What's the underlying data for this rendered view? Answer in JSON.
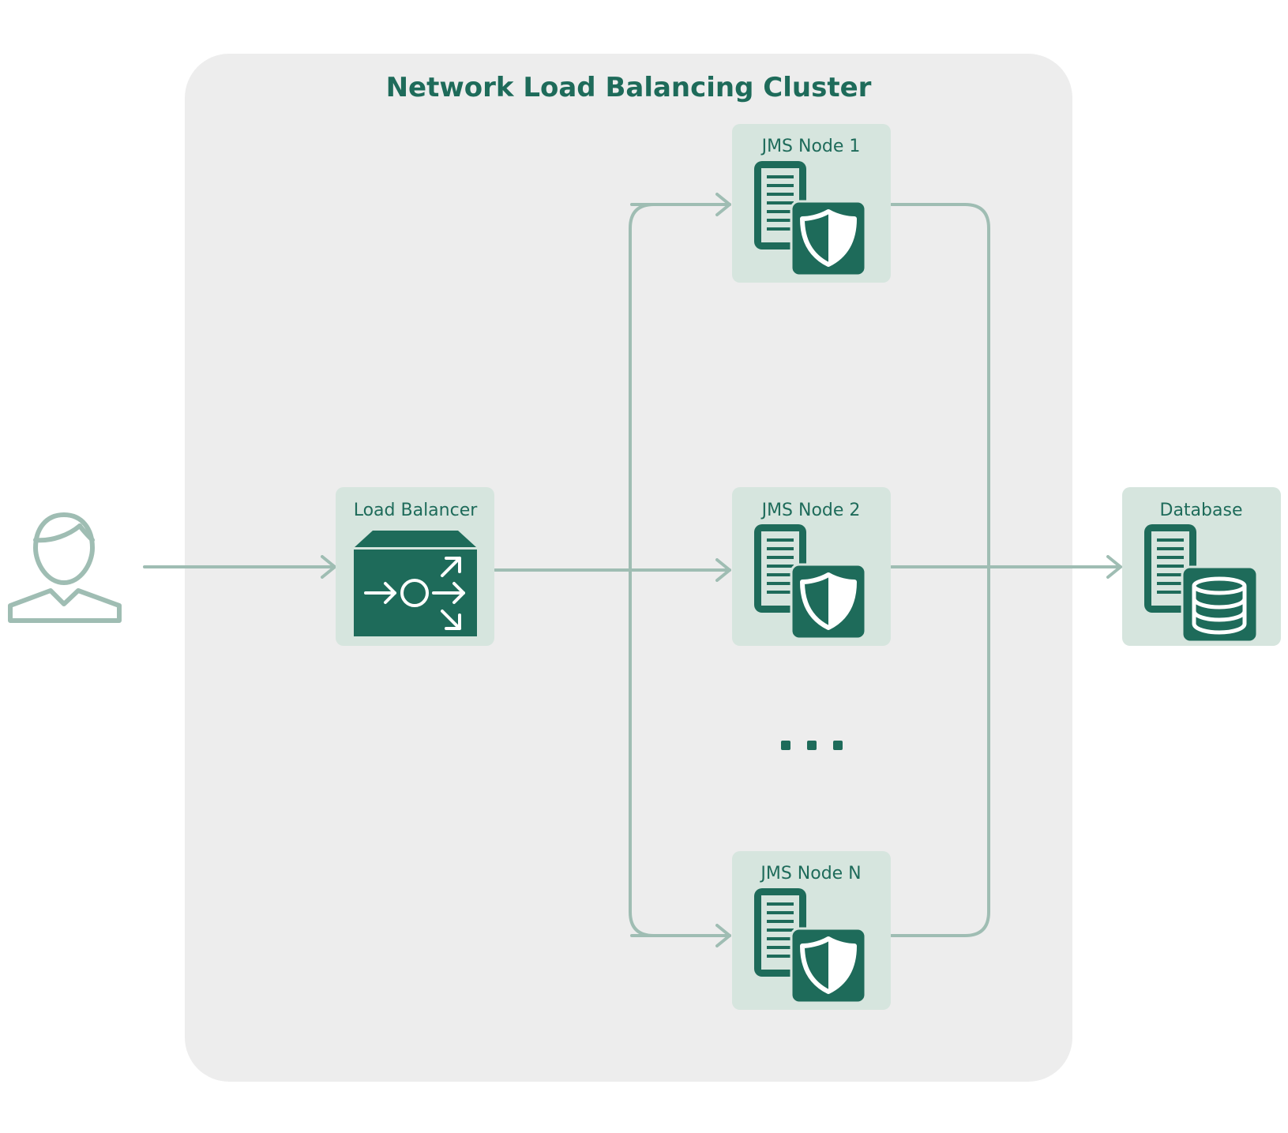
{
  "cluster": {
    "title": "Network Load Balancing Cluster"
  },
  "nodes": {
    "load_balancer": {
      "label": "Load Balancer"
    },
    "jms_node_1": {
      "label": "JMS Node 1"
    },
    "jms_node_2": {
      "label": "JMS Node 2"
    },
    "jms_node_n": {
      "label": "JMS Node N"
    },
    "database": {
      "label": "Database"
    }
  },
  "icons": {
    "user": "user-icon",
    "load_balancer": "load-balancer-icon",
    "jms_server": "server-shield-icon",
    "database": "server-database-icon",
    "ellipsis": "ellipsis-icon"
  },
  "colors": {
    "accent": "#1e6b5a",
    "node_bg": "#d6e5de",
    "cluster_bg": "#ededed",
    "connector": "#9fbdb3"
  }
}
